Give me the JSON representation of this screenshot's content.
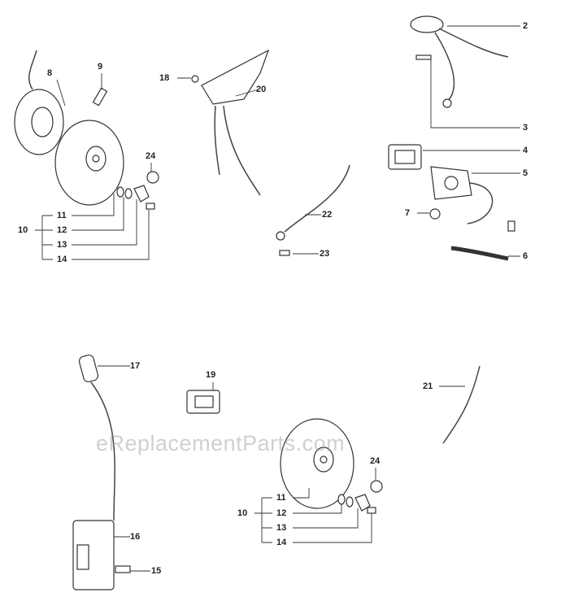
{
  "watermark": "eReplacementParts.com",
  "callouts": [
    {
      "id": "c9",
      "label": "9"
    },
    {
      "id": "c8",
      "label": "8"
    },
    {
      "id": "c18",
      "label": "18"
    },
    {
      "id": "c20",
      "label": "20"
    },
    {
      "id": "c2",
      "label": "2"
    },
    {
      "id": "c3",
      "label": "3"
    },
    {
      "id": "c4",
      "label": "4"
    },
    {
      "id": "c5",
      "label": "5"
    },
    {
      "id": "c24a",
      "label": "24"
    },
    {
      "id": "c11a",
      "label": "11"
    },
    {
      "id": "c12a",
      "label": "12"
    },
    {
      "id": "c13a",
      "label": "13"
    },
    {
      "id": "c14a",
      "label": "14"
    },
    {
      "id": "c10a",
      "label": "10"
    },
    {
      "id": "c22",
      "label": "22"
    },
    {
      "id": "c7",
      "label": "7"
    },
    {
      "id": "c23",
      "label": "23"
    },
    {
      "id": "c6",
      "label": "6"
    },
    {
      "id": "c17",
      "label": "17"
    },
    {
      "id": "c19",
      "label": "19"
    },
    {
      "id": "c21",
      "label": "21"
    },
    {
      "id": "c24b",
      "label": "24"
    },
    {
      "id": "c16",
      "label": "16"
    },
    {
      "id": "c15",
      "label": "15"
    },
    {
      "id": "c11b",
      "label": "11"
    },
    {
      "id": "c12b",
      "label": "12"
    },
    {
      "id": "c13b",
      "label": "13"
    },
    {
      "id": "c14b",
      "label": "14"
    },
    {
      "id": "c10b",
      "label": "10"
    }
  ]
}
